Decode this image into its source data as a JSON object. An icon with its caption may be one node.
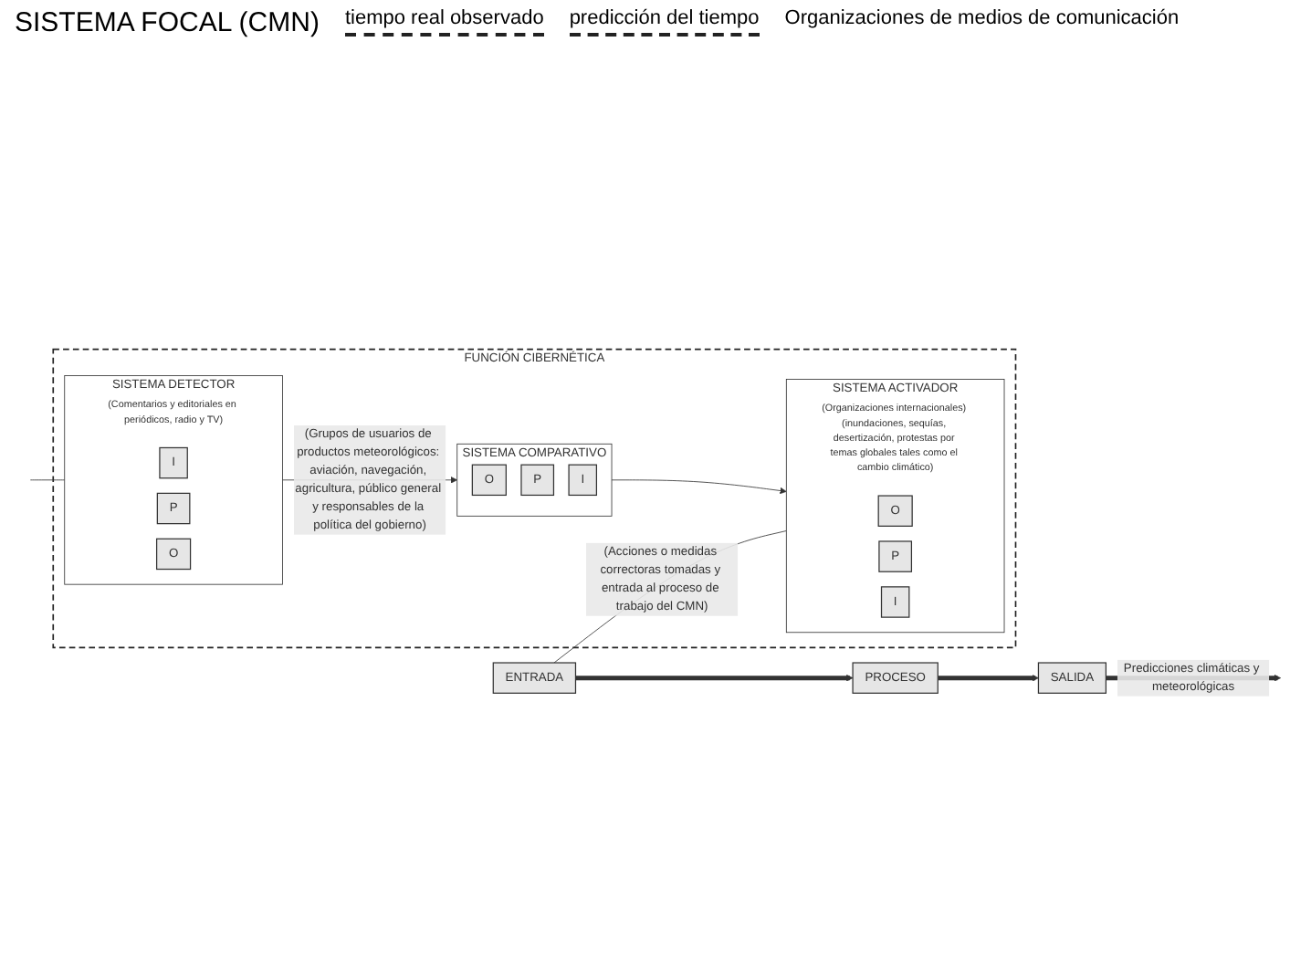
{
  "diagram": {
    "title": "SISTEMA FOCAL (CMN)",
    "nodes": [
      {
        "text": [
          "ENTRADA"
        ]
      },
      {
        "text": [
          "PROCESO"
        ]
      },
      {
        "text": [
          "SALIDA"
        ]
      },
      {
        "text": [
          "FUNCIÓN CIBERNÉTICA"
        ]
      },
      {
        "text": [
          "SISTEMA ACTIVADOR",
          "(Organizaciones internacionales) (inundaciones, sequías, desertización, protestas por temas globales tales como el cambio climático)"
        ],
        "in": 3
      },
      {
        "text": [
          "O"
        ],
        "in": 4
      },
      {
        "text": [
          "P"
        ],
        "in": 4
      },
      {
        "text": [
          "I"
        ],
        "in": 4
      },
      {
        "text": [
          "SISTEMA DETECTOR",
          "(Comentarios y editoriales en periódicos, radio y TV)"
        ],
        "in": 3
      },
      {
        "text": [
          "I"
        ],
        "in": 8
      },
      {
        "text": [
          "P"
        ],
        "in": 8
      },
      {
        "text": [
          "O"
        ],
        "in": 8
      },
      {
        "text": [
          "SISTEMA COMPARATIVO"
        ],
        "in": 3
      },
      {
        "text": [
          "O"
        ],
        "in": 12
      },
      {
        "text": [
          "P"
        ],
        "in": 12
      },
      {
        "text": [
          "I"
        ],
        "in": 12
      }
    ],
    "edges": [
      {
        "from": 0,
        "to": 1,
        "arrow": "to",
        "style": "thick"
      },
      {
        "from": 1,
        "to": 2,
        "arrow": "to",
        "style": "thick"
      },
      {
        "from": 2,
        "to": null,
        "arrow": "to",
        "style": "thick",
        "label": "Predicciones climáticas y meteorológicas"
      },
      {
        "from": 4,
        "to": 0,
        "arrow": "none",
        "label": "(Acciones o medidas correctoras tomadas y entrada al proceso de trabajo del CMN)"
      },
      {
        "from": 8,
        "to": null,
        "arrow": "none"
      },
      {
        "from": 8,
        "to": 12,
        "arrow": "to",
        "label": "(Grupos de usuarios de productos meteorológicos: aviación, navegación, agricultura, público general y responsables de la política del gobierno)"
      },
      {
        "from": 12,
        "to": 4,
        "arrow": "to"
      }
    ],
    "labels": [
      "tiempo real observado",
      "predicción del tiempo",
      "Organizaciones de medios de comunicación"
    ]
  }
}
